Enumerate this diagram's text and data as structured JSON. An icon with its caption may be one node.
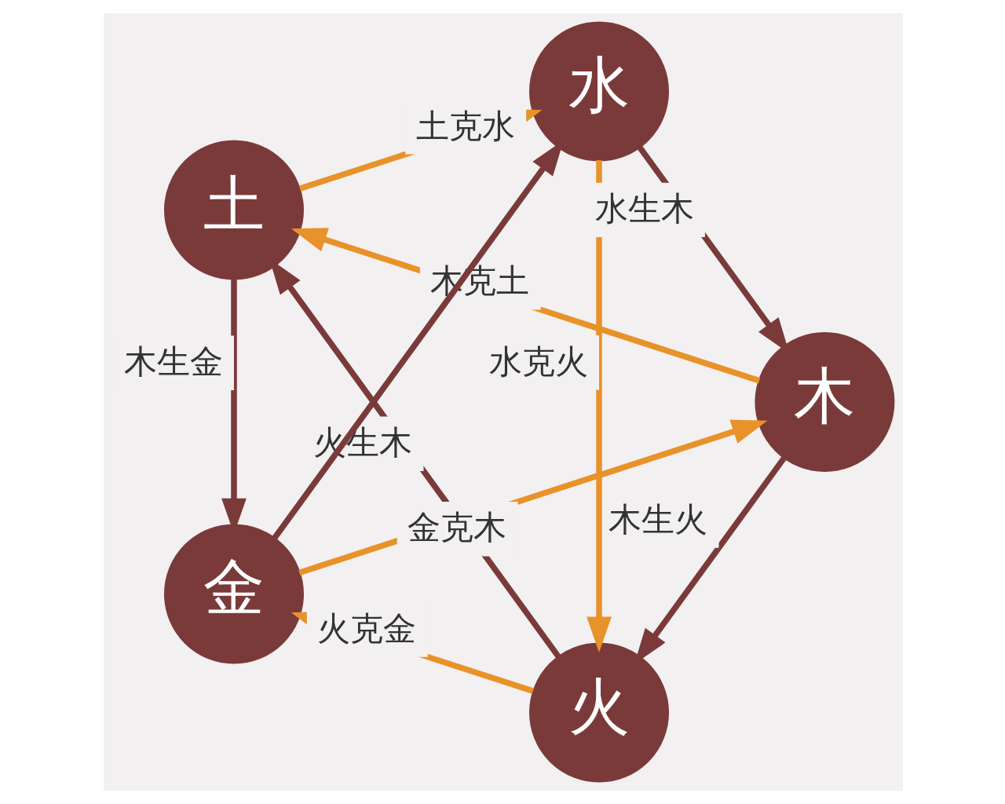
{
  "diagram": {
    "nodes": [
      {
        "text": [
          "火"
        ]
      },
      {
        "text": [
          "木"
        ]
      },
      {
        "text": [
          "土"
        ]
      },
      {
        "text": [
          "水"
        ]
      },
      {
        "text": [
          "金"
        ]
      }
    ],
    "edges": [
      {
        "from": 1,
        "to": 0,
        "arrow": "to",
        "label": "木生火",
        "color": "#7b3a3a"
      },
      {
        "from": 0,
        "to": 2,
        "arrow": "to",
        "label": "火生木",
        "color": "#7b3a3a"
      },
      {
        "from": 2,
        "to": 4,
        "arrow": "to",
        "label": "木生金",
        "color": "#7b3a3a"
      },
      {
        "from": 4,
        "to": 3,
        "arrow": "to",
        "color": "#7b3a3a"
      },
      {
        "from": 3,
        "to": 1,
        "arrow": "to",
        "label": "水生木",
        "color": "#7b3a3a"
      },
      {
        "from": 1,
        "to": 2,
        "arrow": "to",
        "label": "木克土",
        "color": "#e8922a"
      },
      {
        "from": 0,
        "to": 4,
        "arrow": "to",
        "label": "火克金",
        "color": "#e8922a"
      },
      {
        "from": 2,
        "to": 3,
        "arrow": "to",
        "label": "土克水",
        "color": "#e8922a"
      },
      {
        "from": 3,
        "to": 0,
        "arrow": "to",
        "label": "水克火",
        "color": "#e8922a"
      },
      {
        "from": 4,
        "to": 1,
        "arrow": "to",
        "label": "金克木",
        "color": "#e8922a"
      }
    ]
  }
}
